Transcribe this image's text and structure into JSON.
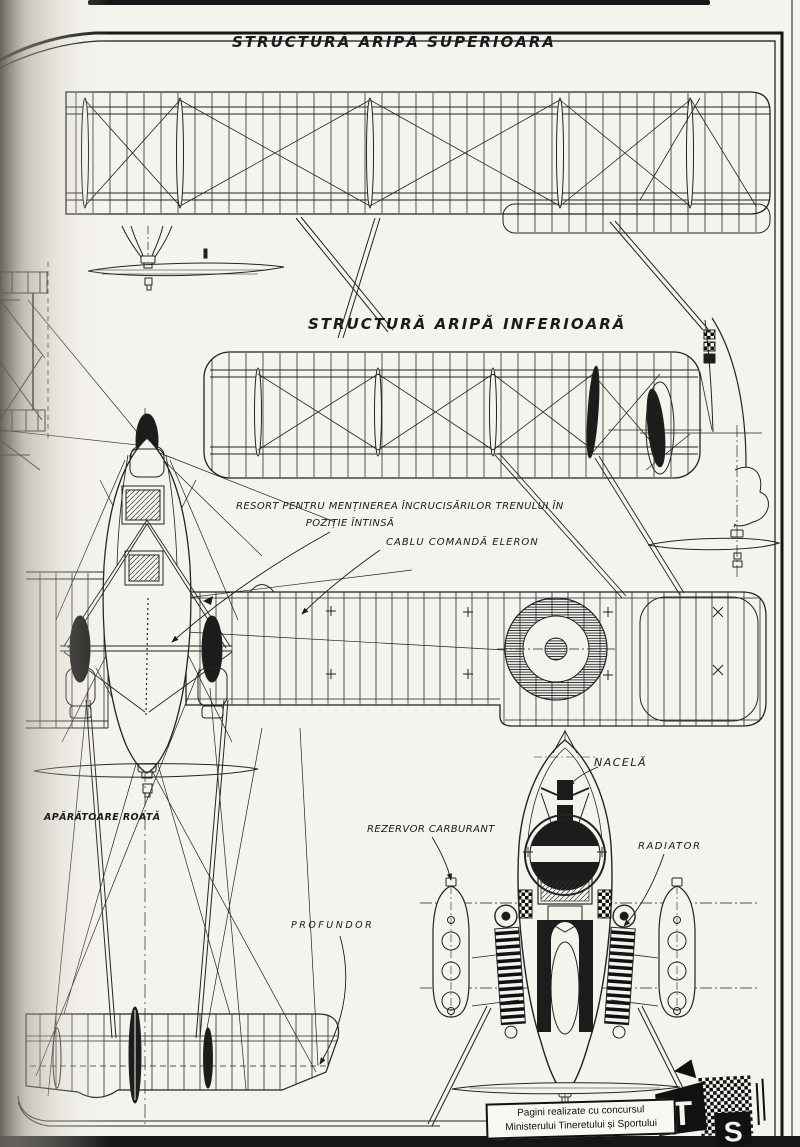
{
  "titles": {
    "upper_wing": "STRUCTURĂ  ARIPĂ  SUPERIOARA",
    "lower_wing": "STRUCTURĂ  ARIPĂ  INFERIOARĂ"
  },
  "labels": {
    "resort_line1": "RESORT  PENTRU  MENȚINEREA  ÎNCRUCISĂRILOR  TRENULUI  ÎN",
    "resort_line2": "POZIȚIE  ÎNTINSĂ",
    "cablu": "CABLU COMANDĂ ELERON",
    "aparatoare": "APĂRĂTOARE  ROATĂ",
    "profundor": "PROFUNDOR",
    "nacela": "NACELĂ",
    "rezervor": "REZERVOR CARBURANT",
    "radiator": "RADIATOR"
  },
  "footer": {
    "credit_line1": "Pagini realizate cu concursul",
    "credit_line2": "Ministerului Tineretului și Sportului",
    "logo_letter_t": "T",
    "logo_letter_s": "S"
  },
  "colors": {
    "ink": "#1c1c1c",
    "paper": "#f5f3ee"
  }
}
